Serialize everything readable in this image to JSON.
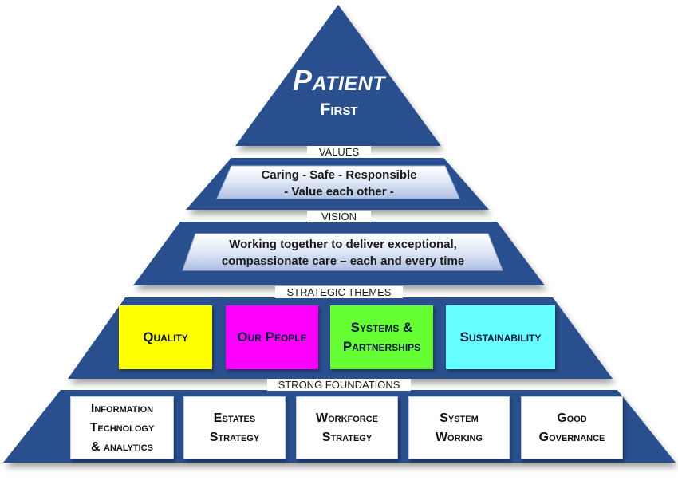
{
  "apex": {
    "title": "Patient",
    "subtitle": "First"
  },
  "values": {
    "label": "VALUES",
    "line1": "Caring  - Safe - Responsible",
    "line2": "- Value each other -"
  },
  "vision": {
    "label": "VISION",
    "line1": "Working together to deliver exceptional,",
    "line2": "compassionate care – each and every time"
  },
  "themes": {
    "label": "STRATEGIC THEMES",
    "items": [
      {
        "lines": [
          "Quality"
        ],
        "color": "#ffff00"
      },
      {
        "lines": [
          "Our People"
        ],
        "color": "#ff00ff"
      },
      {
        "lines": [
          "Systems &",
          "Partnerships"
        ],
        "color": "#66ff33"
      },
      {
        "lines": [
          "Sustainability"
        ],
        "color": "#66ffff"
      }
    ]
  },
  "foundations": {
    "label": "STRONG FOUNDATIONS",
    "items": [
      {
        "lines": [
          "Information",
          "Technology",
          "& analytics"
        ]
      },
      {
        "lines": [
          "Estates",
          "Strategy"
        ]
      },
      {
        "lines": [
          "Workforce",
          "Strategy"
        ]
      },
      {
        "lines": [
          "System",
          "Working"
        ]
      },
      {
        "lines": [
          "Good",
          "Governance"
        ]
      }
    ]
  },
  "colors": {
    "pyramid_navy": "#2b4f8f",
    "banner_light": "#eef2fa",
    "banner_mid": "#c3d0ea"
  }
}
